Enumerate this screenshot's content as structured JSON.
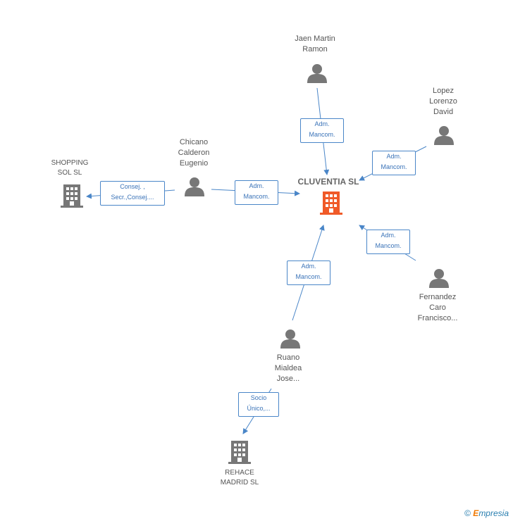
{
  "colors": {
    "edge": "#4a86c8",
    "person_icon": "#777777",
    "company_icon": "#777777",
    "main_company_icon": "#f05a28"
  },
  "nodes": {
    "cluventia": {
      "label": "CLUVENTIA SL",
      "icon": "building-icon"
    },
    "jaen": {
      "label": "Jaen Martin\nRamon",
      "icon": "person-icon"
    },
    "lopez": {
      "label": "Lopez\nLorenzo\nDavid",
      "icon": "person-icon"
    },
    "chicano": {
      "label": "Chicano\nCalderon\nEugenio",
      "icon": "person-icon"
    },
    "shopping": {
      "label": "SHOPPING\nSOL SL",
      "icon": "building-icon"
    },
    "fernandez": {
      "label": "Fernandez\nCaro\nFrancisco...",
      "icon": "person-icon"
    },
    "ruano": {
      "label": "Ruano\nMialdea\nJose...",
      "icon": "person-icon"
    },
    "rehace": {
      "label": "REHACE\nMADRID SL",
      "icon": "building-icon"
    }
  },
  "edges": {
    "jaen_cluventia": "Adm.\nMancom.",
    "lopez_cluventia": "Adm.\nMancom.",
    "chicano_cluventia": "Adm.\nMancom.",
    "chicano_shopping": "Consej. ,\nSecr.,Consej....",
    "fernandez_cluventia": "Adm.\nMancom.",
    "ruano_cluventia": "Adm.\nMancom.",
    "ruano_rehace": "Socio\nÚnico,..."
  },
  "footer": {
    "copyright": "©",
    "brand_first": "E",
    "brand_rest": "mpresia"
  }
}
